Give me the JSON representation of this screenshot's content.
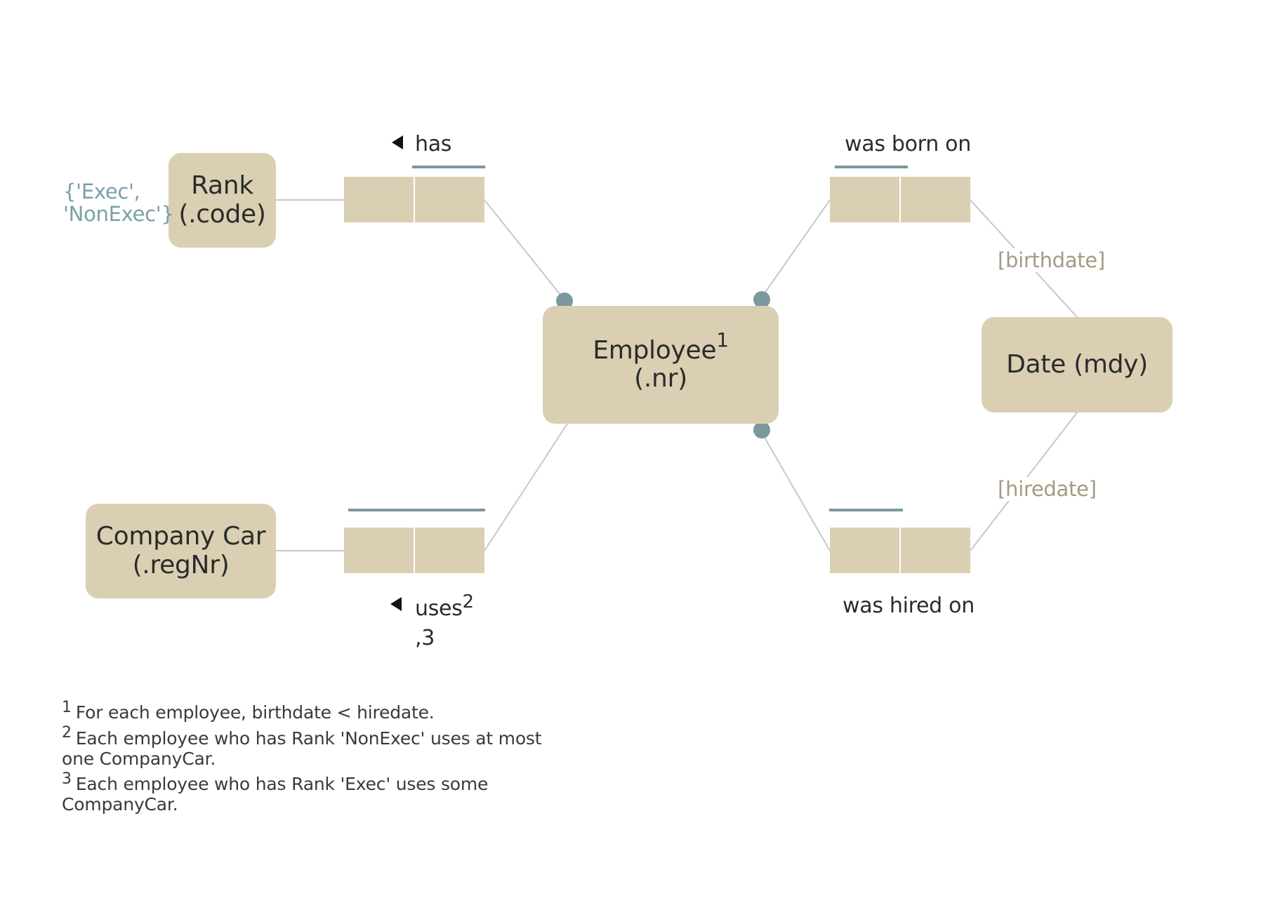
{
  "colors": {
    "entity_fill": "#dacfb2",
    "connector": "#c8c8c8",
    "uniqueness_bar": "#7a98a0",
    "mandatory_dot": "#7a98a0",
    "value_constraint_text": "#7aa0a8",
    "role_name_text": "#a49a84"
  },
  "entities": {
    "rank": {
      "name": "Rank",
      "ref": "(.code)"
    },
    "employee": {
      "name": "Employee",
      "sup": "1",
      "ref": "(.nr)"
    },
    "date": {
      "name": "Date (mdy)"
    },
    "company_car": {
      "name": "Company Car",
      "ref": "(.regNr)"
    }
  },
  "value_constraint": {
    "line1": "{'Exec',",
    "line2": "'NonExec'}"
  },
  "fact_types": {
    "has": {
      "reading": "has",
      "reading_direction": "reverse"
    },
    "was_born_on": {
      "reading": "was born on"
    },
    "uses": {
      "reading": "uses",
      "sup": "2",
      "sup_cont": ",3",
      "reading_direction": "reverse"
    },
    "was_hired_on": {
      "reading": "was hired on"
    }
  },
  "role_names": {
    "birthdate": "[birthdate]",
    "hiredate": "[hiredate]"
  },
  "footnotes": [
    {
      "num": "1",
      "text": "For each employee, birthdate < hiredate."
    },
    {
      "num": "2",
      "text": "Each employee who has Rank 'NonExec' uses at most one CompanyCar."
    },
    {
      "num": "3",
      "text": "Each employee who has Rank 'Exec' uses some CompanyCar."
    }
  ]
}
